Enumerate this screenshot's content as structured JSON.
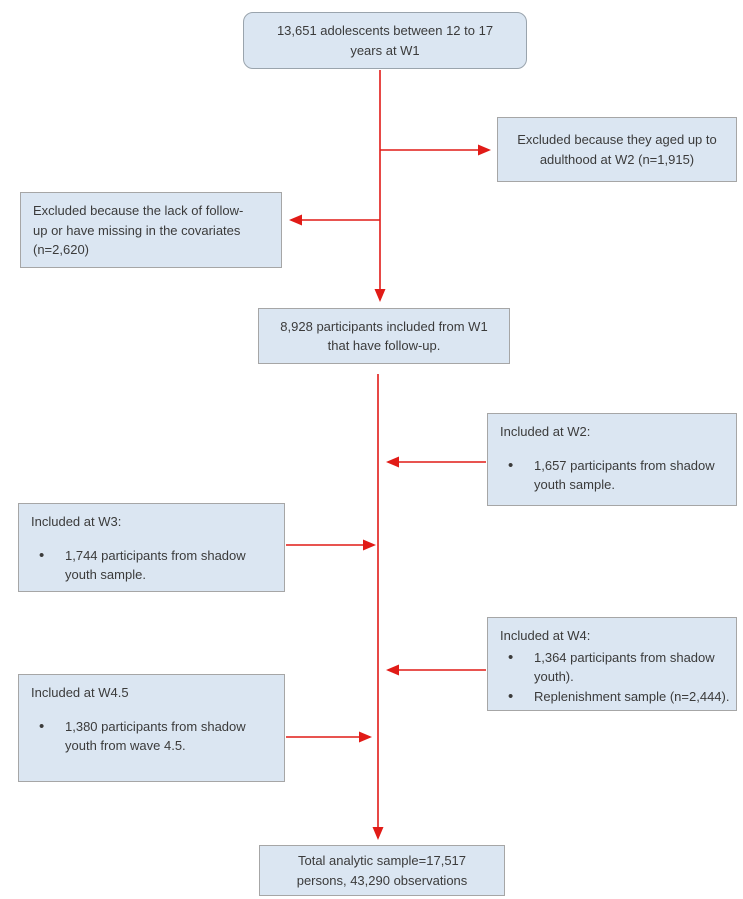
{
  "flowchart": {
    "title": "Participant flow diagram",
    "colors": {
      "box_fill": "#dbe6f2",
      "box_border": "#a6a6a6",
      "arrow": "#e11b17",
      "text": "#3b3b3b"
    },
    "boxes": {
      "start": {
        "text": "13,651 adolescents between 12 to 17\nyears at W1"
      },
      "excluded_w2": {
        "text": "Excluded because they aged up to\nadulthood at W2 (n=1,915)"
      },
      "excluded_followup": {
        "text": "Excluded because the lack of follow-\nup or have missing in the covariates\n(n=2,620)"
      },
      "included_w1": {
        "text": "8,928 participants included from W1\nthat have follow-up."
      },
      "included_w2": {
        "title": "Included at W2:",
        "bullets": [
          "1,657 participants from shadow\nyouth sample."
        ]
      },
      "included_w3": {
        "title": "Included at W3:",
        "bullets": [
          "1,744 participants from shadow\nyouth sample."
        ]
      },
      "included_w4": {
        "title": "Included at W4:",
        "bullets": [
          "1,364 participants from shadow\nyouth).",
          "Replenishment sample (n=2,444)."
        ]
      },
      "included_w45": {
        "title": "Included at W4.5",
        "bullets": [
          "1,380 participants from shadow\nyouth from wave 4.5."
        ]
      },
      "total": {
        "text": "Total analytic sample=17,517\npersons, 43,290 observations"
      }
    }
  }
}
